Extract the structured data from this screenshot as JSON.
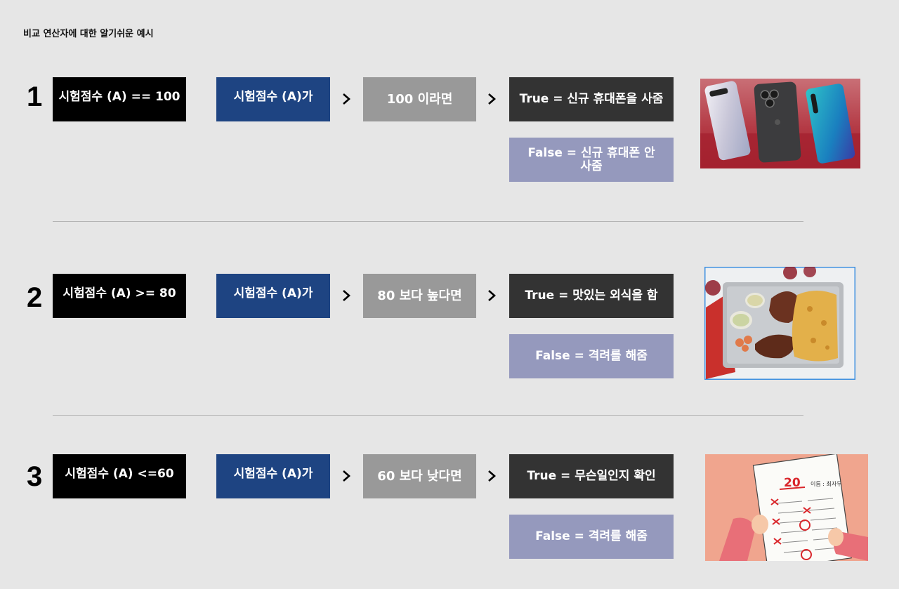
{
  "page_title": "비교 연산자에 대한 알기쉬운 예시",
  "rows": [
    {
      "number": "1",
      "condition": "시험점수 (A) == 100",
      "subject": "시험점수 (A)가",
      "value": "100 이라면",
      "true_text": "True = 신규 휴대폰을 사줌",
      "false_text": "False = 신규 휴대폰 안 사줌",
      "image_icon": "smartphones-illustration"
    },
    {
      "number": "2",
      "condition": "시험점수 (A) >= 80",
      "subject": "시험점수 (A)가",
      "value": "80 보다 높다면",
      "true_text": "True = 맛있는 외식을 함",
      "false_text": "False = 격려를 해줌",
      "image_icon": "steak-dinner-illustration"
    },
    {
      "number": "3",
      "condition": "시험점수 (A) <=60",
      "subject": "시험점수 (A)가",
      "value": "60 보다 낮다면",
      "true_text": "True = 무슨일인지 확인",
      "false_text": "False = 격려를 해줌",
      "image_icon": "test-paper-illustration"
    }
  ],
  "test_paper": {
    "score": "20",
    "name_label": "이름 : 최자두"
  },
  "colors": {
    "background": "#e6e6e6",
    "condition_box": "#000000",
    "subject_box": "#1e4482",
    "value_box": "#999999",
    "true_box": "#333333",
    "false_box": "#9599bd"
  }
}
